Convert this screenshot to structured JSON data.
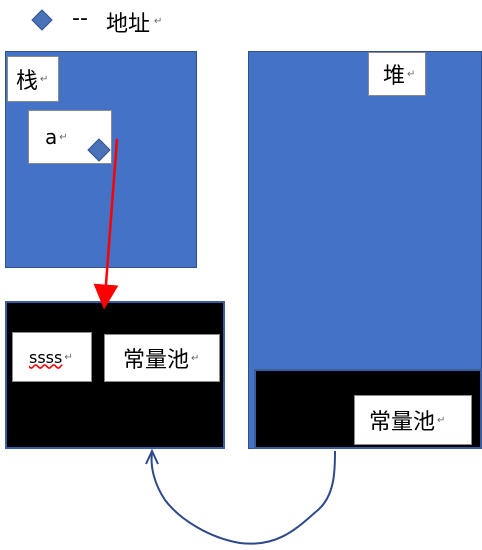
{
  "legend": {
    "separator": "--",
    "text": "地址",
    "icon": "diamond-icon"
  },
  "stack": {
    "label": "栈",
    "var_label": "a"
  },
  "heap": {
    "label": "堆",
    "pool_label": "常量池"
  },
  "pool": {
    "label": "常量池",
    "string_value": "ssss"
  },
  "para_mark": "↵",
  "colors": {
    "region": "#4472c4",
    "pool": "#000000",
    "arrow": "#ff0000",
    "curve": "#2f4a8a",
    "diamond": "#4a72b8"
  }
}
